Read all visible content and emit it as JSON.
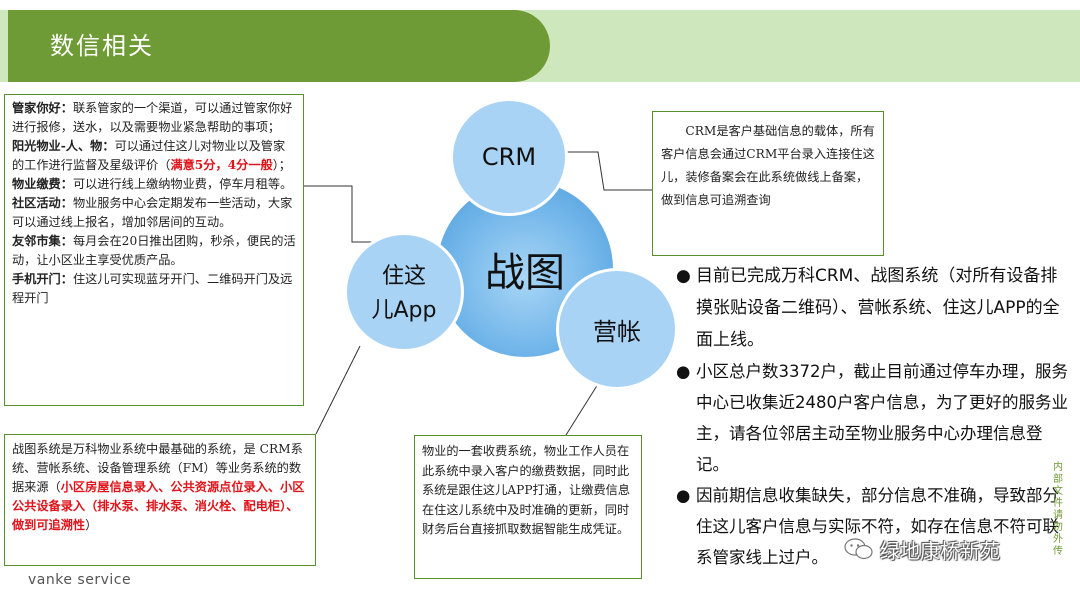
{
  "header": {
    "title": "数信相关"
  },
  "circles": {
    "main": "战图",
    "crm": "CRM",
    "app_line1": "住这",
    "app_line2": "儿App",
    "yingzhang": "营帐"
  },
  "left_box": {
    "p1_key": "管家你好：",
    "p1_text": "联系管家的一个渠道，可以通过管家你好进行报修，送水，以及需要物业紧急帮助的事项；",
    "p2_key": "阳光物业-人、物：",
    "p2_text": "可以通过住这儿对物业以及管家的工作进行监督及星级评价（",
    "p2_red": "满意5分，4分一般",
    "p2_end": "）；",
    "p3_key": "物业缴费：",
    "p3_text": "可以进行线上缴纳物业费，停车月租等。",
    "p4_key": "社区活动：",
    "p4_text": "物业服务中心会定期发布一些活动，大家可以通过线上报名，增加邻居间的互动。",
    "p5_key": "友邻市集：",
    "p5_text": "每月会在20日推出团购，秒杀，便民的活动，让小区业主享受优质产品。",
    "p6_key": "手机开门：",
    "p6_text": "住这儿可实现蓝牙开门、二维码开门及远程开门"
  },
  "crm_box": {
    "text": "CRM是客户基础信息的载体，所有客户信息会通过CRM平台录入连接住这儿，装修备案会在此系统做线上备案，做到信息可追溯查询"
  },
  "bottom_left_box": {
    "text": "战图系统是万科物业系统中最基础的系统，是 CRM系统、营帐系统、设备管理系统（FM）等业务系统的数据来源（",
    "red": "小区房屋信息录入、公共资源点位录入、小区公共设备录入（排水泵、排水泵、消火栓、配电柜）、做到可追溯性",
    "end": "）"
  },
  "bottom_mid_box": {
    "text": "物业的一套收费系统，物业工作人员在此系统中录入客户的缴费数据，同时此系统是跟住这儿APP打通，让缴费信息在住这儿系统中及时准确的更新，同时财务后台直接抓取数据智能生成凭证。"
  },
  "bullets": [
    {
      "dot": "●",
      "text": "目前已完成万科CRM、战图系统（对所有设备排摸张贴设备二维码）、营帐系统、住这儿APP的全面上线。"
    },
    {
      "dot": "●",
      "text": "小区总户数3372户，截止目前通过停车办理，服务中心已收集近2480户客户信息，为了更好的服务业主，请各位邻居主动至物业服务中心办理信息登记。"
    },
    {
      "dot": "●",
      "text": "因前期信息收集缺失，部分信息不准确，导致部分住这儿客户信息与实际不符，如存在信息不符可联系管家线上过户。"
    }
  ],
  "footer": {
    "brand": "vanke service"
  },
  "side_note": "内部文件请勿外传",
  "watermark": {
    "text": "绿地康桥新苑"
  },
  "colors": {
    "green_dark": "#6e9b35",
    "green_light": "#cfe7bd",
    "circle_blue": "#a9d3f5",
    "red": "#e0141b"
  }
}
